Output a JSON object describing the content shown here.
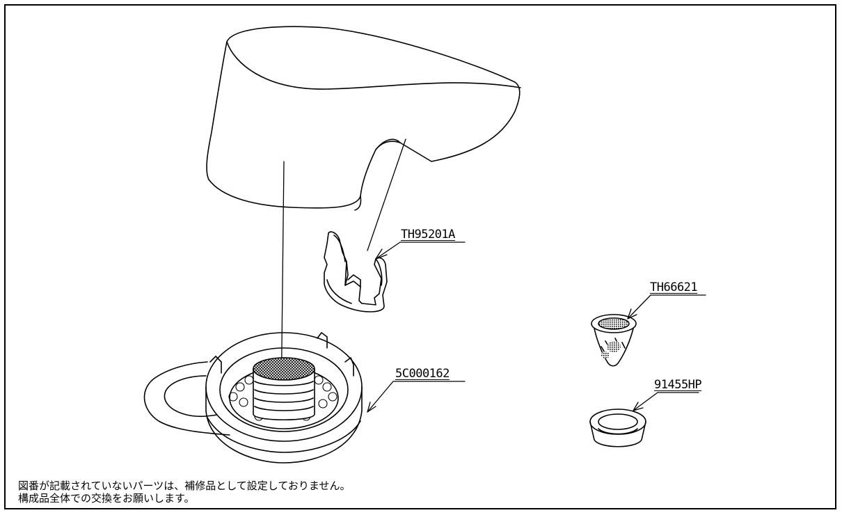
{
  "parts": [
    {
      "id": "TH95201A",
      "label": "TH95201A"
    },
    {
      "id": "TH66621",
      "label": "TH66621"
    },
    {
      "id": "5C000162",
      "label": "5C000162"
    },
    {
      "id": "91455HP",
      "label": "91455HP"
    }
  ],
  "notes": {
    "line1": "図番が記載されていないパーツは、補修品として設定しておりません。",
    "line2": "構成品全体での交換をお願いします。"
  }
}
